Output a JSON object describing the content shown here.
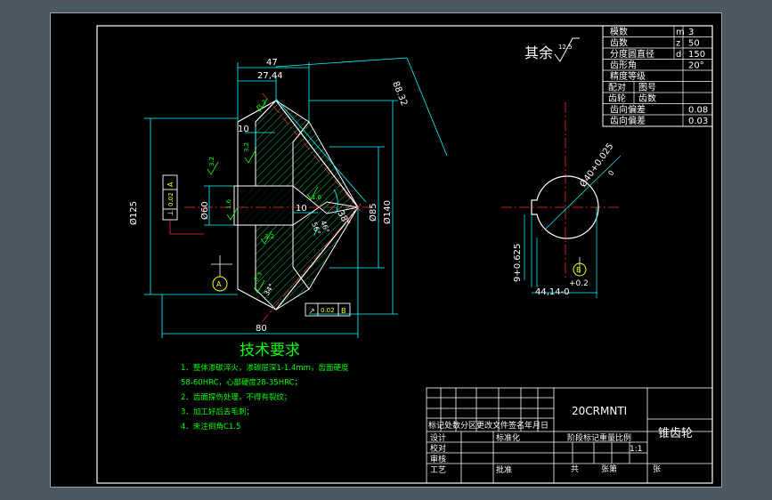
{
  "drawing": {
    "part_name": "锥齿轮",
    "material": "20CRMNTI",
    "rest_finish_label": "其余",
    "rest_finish_value": "12.5",
    "scale": "1:1"
  },
  "gear_table": [
    {
      "name": "模数",
      "sym": "m",
      "val": "3"
    },
    {
      "name": "齿数",
      "sym": "z",
      "val": "50"
    },
    {
      "name": "分度圆直径",
      "sym": "d",
      "val": "150"
    },
    {
      "name": "齿形角",
      "sym": "",
      "val": "20°"
    },
    {
      "name": "精度等级",
      "sym": "",
      "val": ""
    },
    {
      "name": "配对",
      "sym": "图号",
      "val": ""
    },
    {
      "name": "齿轮",
      "sym": "齿数",
      "val": ""
    },
    {
      "name": "齿向偏差",
      "sym": "",
      "val": "0.08"
    },
    {
      "name": "齿向偏差",
      "sym": "",
      "val": "0.03"
    }
  ],
  "dimensions": {
    "d47": "47",
    "d2744": "27,44",
    "d8832": "88.32",
    "d10a": "10",
    "d10b": "10",
    "d125": "Ø125",
    "d60": "Ø60",
    "d85": "Ø85",
    "d140": "Ø140",
    "d80": "80",
    "d38": "38°",
    "d46": "46°",
    "d56": "56°",
    "d34": "34°",
    "d4025": "Ø40+0.025",
    "d4025b": "0",
    "d9625": "9+0.625",
    "d4414": "44,14-0",
    "d02": "+0.2",
    "rough1": "3.2",
    "rough2": "3.2",
    "rough3": "1.6",
    "rough4": "3.2",
    "rough5": "1.6",
    "rough6": "3.2",
    "rough7": "6.3"
  },
  "datums": {
    "a": "A",
    "b": "B",
    "b2": "B"
  },
  "tolerances": {
    "t1_sym": "⊥",
    "t1_val": "0.02",
    "t1_ref": "A",
    "t2_sym": "↗",
    "t2_val": "0.02",
    "t2_ref": "B"
  },
  "tech": {
    "title": "技术要求",
    "items": [
      "1．整体渗碳淬火，渗碳层深1-1.4mm，齿面硬度",
      "58-60HRC，心部硬度28-35HRC；",
      "2．齿面探伤处理，不得有裂纹；",
      "3．加工好后去毛刺；",
      "4．未注倒角C1.5"
    ]
  },
  "title_block": {
    "row_header": "标记处数分区更改文件签名年月日",
    "design": "设计",
    "std": "标准化",
    "check": "校对",
    "review": "审核",
    "process": "工艺",
    "approve": "批准",
    "stage": "阶段标记重量比例",
    "total": "共",
    "sheets": "张第",
    "sheet": "张"
  }
}
